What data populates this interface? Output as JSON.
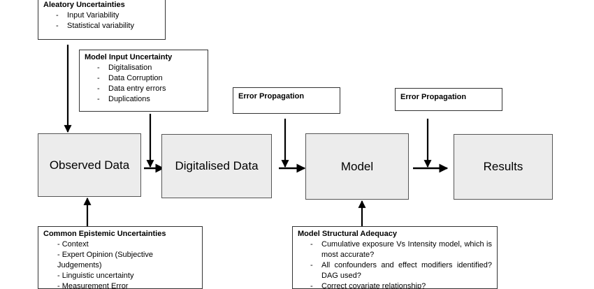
{
  "aleatory": {
    "title": "Aleatory Uncertainties",
    "items": [
      "Input Variability",
      "Statistical variability"
    ]
  },
  "model_input": {
    "title": "Model Input Uncertainty",
    "items": [
      "Digitalisation",
      "Data Corruption",
      "Data entry errors",
      "Duplications"
    ]
  },
  "error_propagation_1": {
    "title": "Error Propagation"
  },
  "error_propagation_2": {
    "title": "Error Propagation"
  },
  "boxes": {
    "observed": "Observed Data",
    "digitalised": "Digitalised Data",
    "model": "Model",
    "results": "Results"
  },
  "epistemic": {
    "title": "Common Epistemic Uncertainties",
    "items": [
      "- Context",
      "- Expert Opinion (Subjective Judgements)",
      "- Linguistic uncertainty",
      "- Measurement Error"
    ]
  },
  "structural": {
    "title": "Model Structural Adequacy",
    "items": [
      "Cumulative exposure Vs Intensity model, which is most accurate?",
      "All confounders and effect modifiers identified? DAG used?",
      "Correct covariate relationship?"
    ]
  }
}
